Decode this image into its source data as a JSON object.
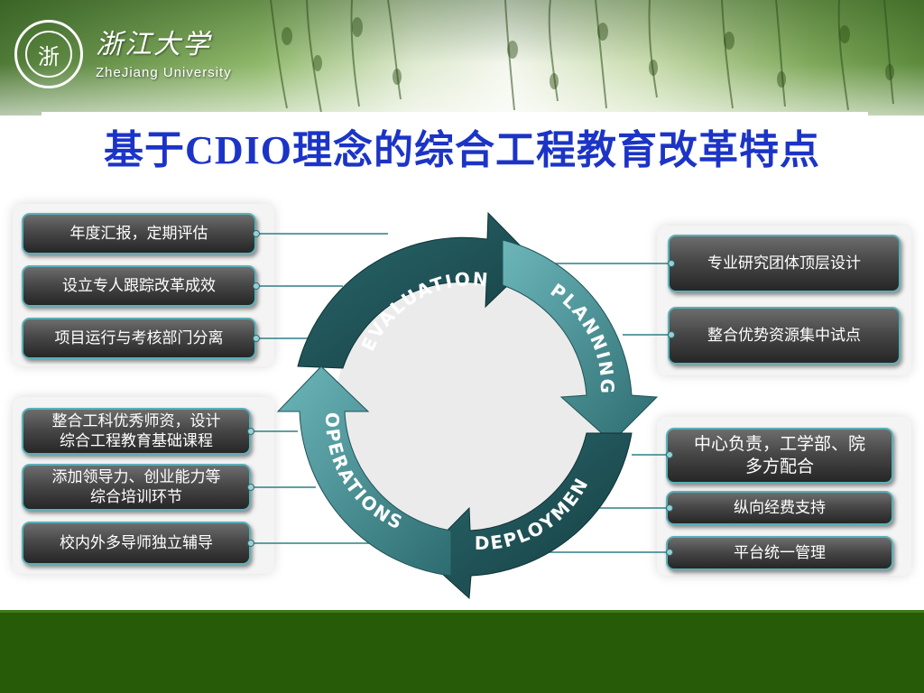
{
  "logo": {
    "university_cn": "浙江大学",
    "university_en": "ZheJiang University",
    "seal_glyph": "浙"
  },
  "title": "基于CDIO理念的综合工程教育改革特点",
  "cycle": {
    "stages": [
      "EVALUATION",
      "PLANNING",
      "DEPLOYMENT",
      "OPERATIONS"
    ]
  },
  "left_top": [
    "年度汇报，定期评估",
    "设立专人跟踪改革成效",
    "项目运行与考核部门分离"
  ],
  "left_bottom": [
    [
      "整合工科优秀师资，设计",
      "综合工程教育基础课程"
    ],
    [
      "添加领导力、创业能力等",
      "综合培训环节"
    ],
    [
      "校内外多导师独立辅导"
    ]
  ],
  "right_top": [
    "专业研究团体顶层设计",
    "整合优势资源集中试点"
  ],
  "right_bottom": [
    [
      "中心负责，工学部、院",
      "多方配合"
    ],
    [
      "纵向经费支持"
    ],
    [
      "平台统一管理"
    ]
  ],
  "colors": {
    "title": "#1c34c6",
    "arrow_dark": "#1f5357",
    "arrow_light": "#5aa6aa",
    "box_border": "#59b0b8",
    "footer": "#275b07"
  }
}
